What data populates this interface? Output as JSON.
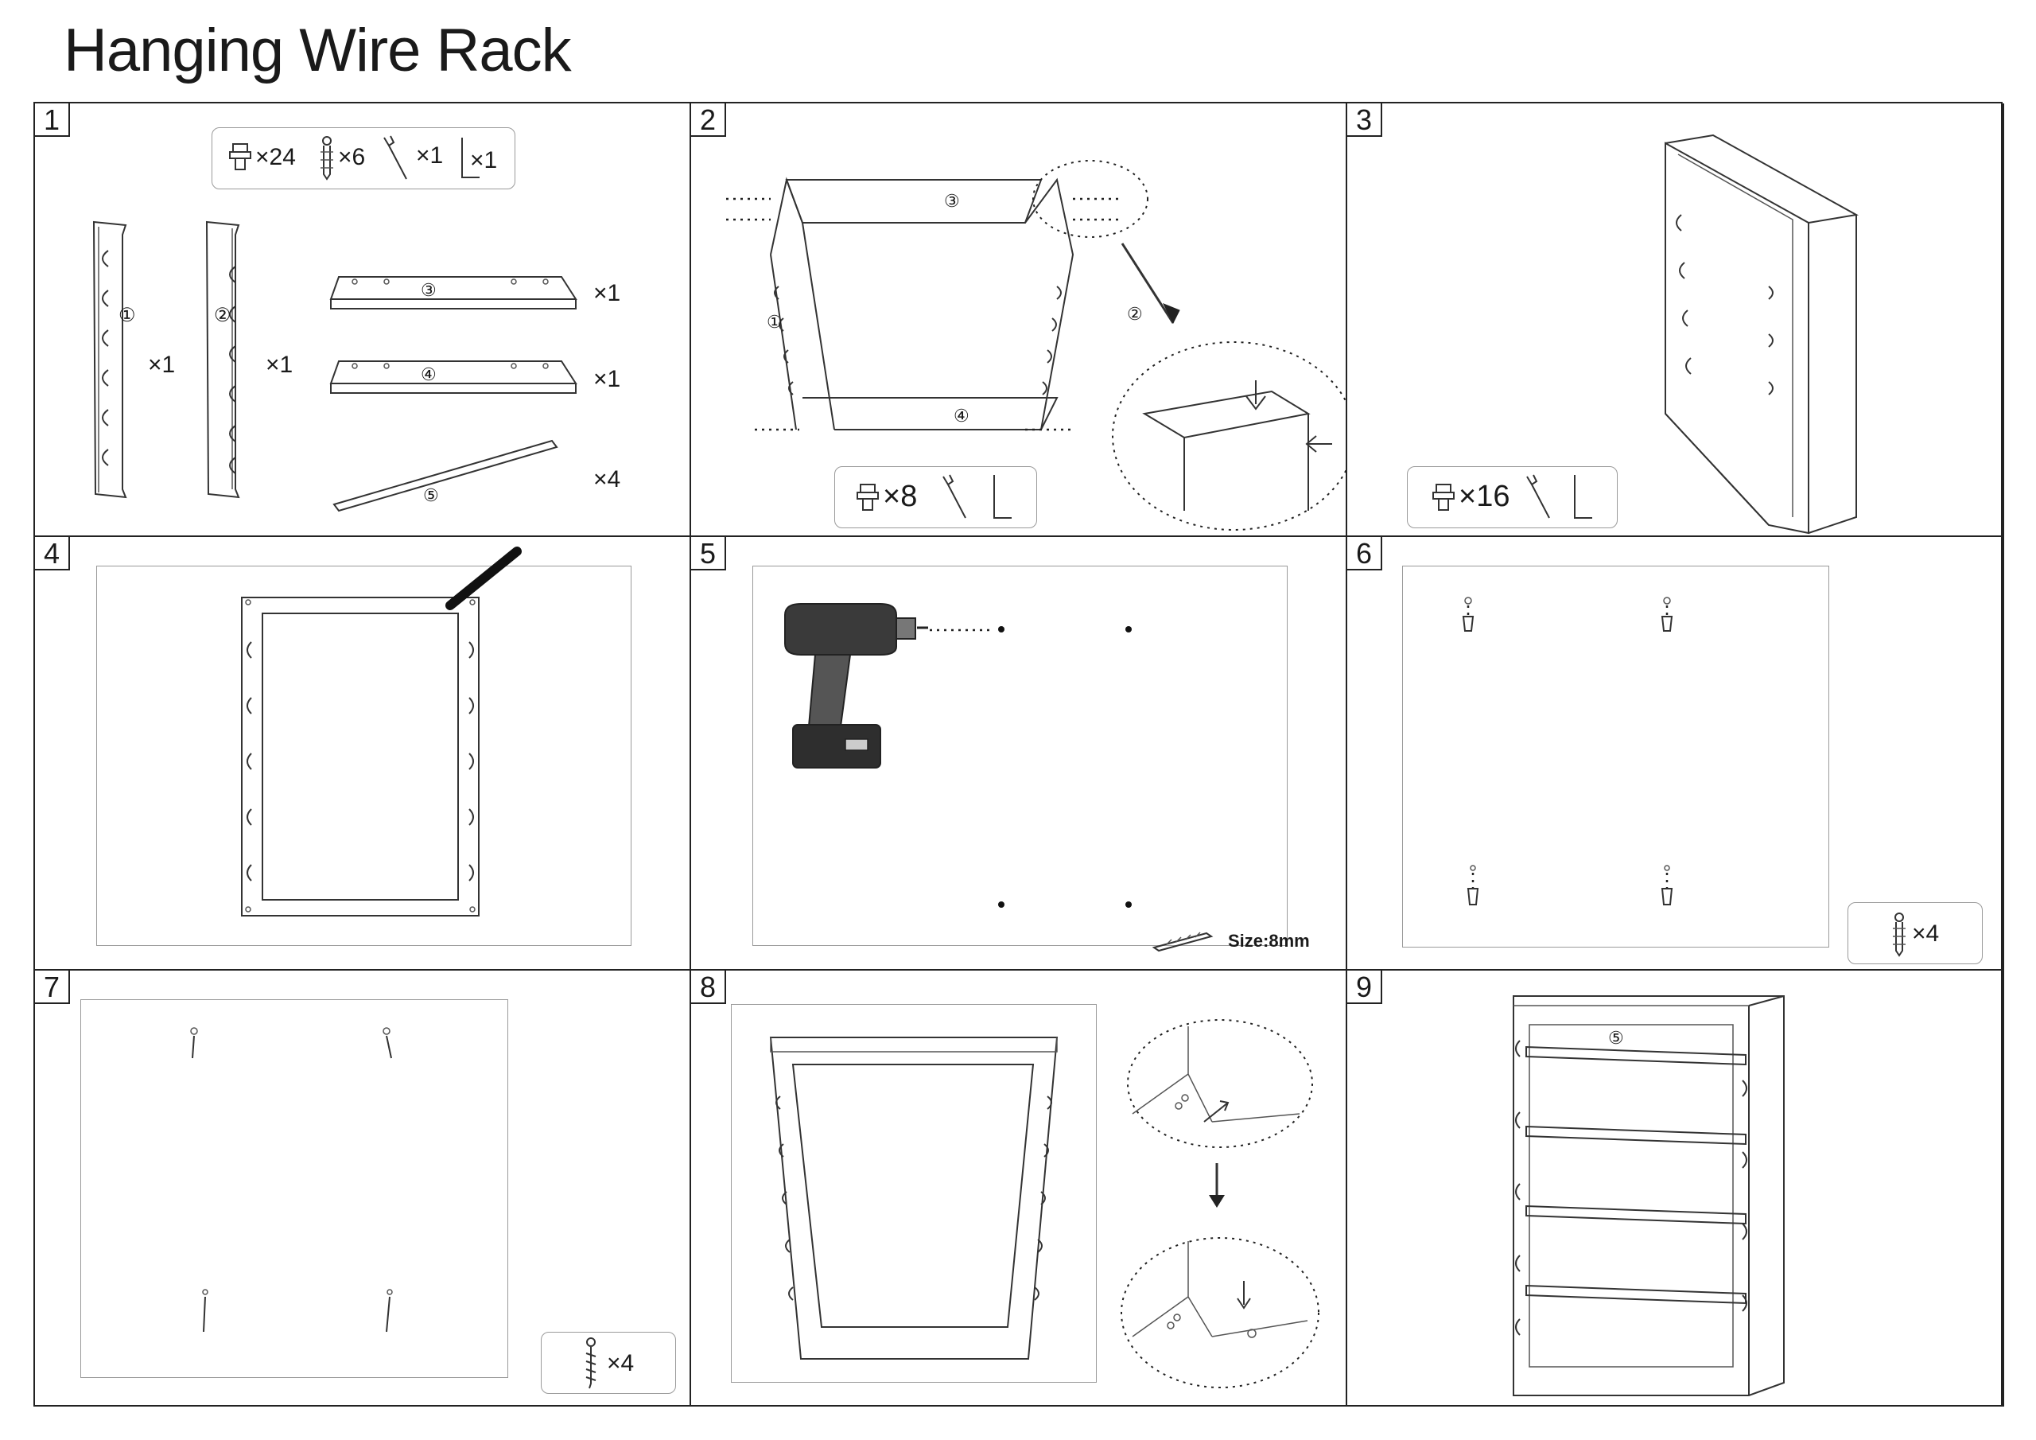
{
  "title": "Hanging Wire Rack",
  "steps": [
    {
      "number": "1",
      "kit": {
        "bolts": "×24",
        "anchors": "×6",
        "wrench": "×1",
        "hex_key": "×1"
      },
      "parts": [
        {
          "marker": "①",
          "qty": "×1"
        },
        {
          "marker": "②",
          "qty": "×1"
        },
        {
          "marker": "③",
          "qty": "×1"
        },
        {
          "marker": "④",
          "qty": "×1"
        },
        {
          "marker": "⑤",
          "qty": "×4"
        }
      ]
    },
    {
      "number": "2",
      "labels": [
        "③",
        "①",
        "②",
        "④"
      ],
      "kit": {
        "bolts": "×8"
      }
    },
    {
      "number": "3",
      "kit": {
        "bolts": "×16"
      }
    },
    {
      "number": "4"
    },
    {
      "number": "5",
      "drill_size": "Size:8mm"
    },
    {
      "number": "6",
      "kit": {
        "anchors": "×4"
      }
    },
    {
      "number": "7",
      "kit": {
        "screws": "×4"
      }
    },
    {
      "number": "8"
    },
    {
      "number": "9",
      "label": "⑤"
    }
  ],
  "icons": [
    "bolt-icon",
    "wall-anchor-icon",
    "wrench-icon",
    "hex-key-icon",
    "screw-icon",
    "power-drill-icon",
    "drill-bit-icon",
    "pencil-icon"
  ],
  "line_color": "#333333"
}
